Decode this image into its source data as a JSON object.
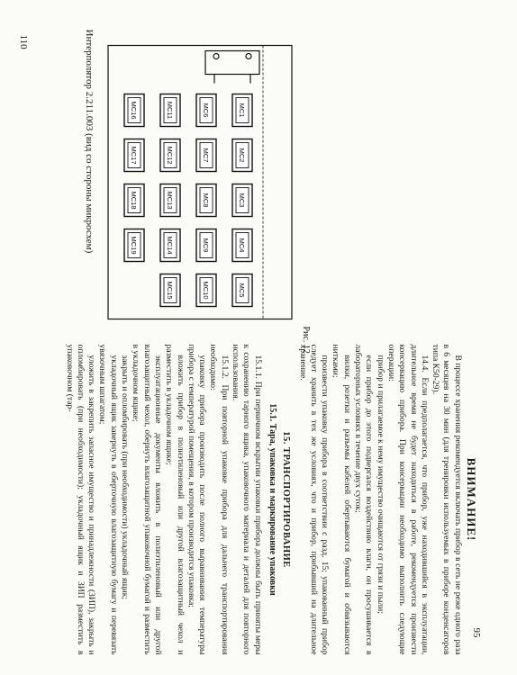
{
  "page": {
    "left_number": "110",
    "right_number": "95",
    "figure_title": "Интерполятор 2.211.003 (вид со стороны микросхем)",
    "figure_caption": "Рис. 12",
    "chips": [
      "МС1",
      "МС2",
      "МС3",
      "МС4",
      "МС5",
      "МС6",
      "МС7",
      "МС8",
      "МС9",
      "МС10",
      "МС11",
      "МС12",
      "МС13",
      "МС14",
      "МС15",
      "МС16",
      "МС17",
      "МС18",
      "МС19"
    ],
    "heading": "ВНИМАНИЕ!",
    "p1": "В процессе хранения рекомендуется включать прибор в сеть не реже одного раза в 6 месяцев на 30 мин (для тренировки используемых в приборе конденсаторов типа К50-29).",
    "p2": "14.4. Если предполагается, что прибор, уже находившийся в эксплуатации, длительное время не будет находиться в работе, рекомендуется произвести консервацию прибора. При консервации необходимо выполнить следующие операции:",
    "p3": "прибор и прилагаемое к нему имущество очищаются от грязи и пыли;",
    "p4": "если прибор до этого подвергался воздействию влаги, он просушивается в лабораторных условиях в течение двух суток;",
    "p5": "вилки, розетки и разъемы кабелей обертываются бумагой и обвязываются нитками;",
    "p6": "произвести упаковку прибора в соответствии с разд. 15; упакованный прибор следует хранить в тех же условиях, что и прибор, прибывший на длительное хранение.",
    "section": "15. ТРАНСПОРТИРОВАНИЕ",
    "subsection": "15.1. Тара, упаковка и маркирование упаковки",
    "p7": "15.1.1. При первичном вскрытии упаковки прибора должны быть приняты меры к сохранению тарного ящика, упаковочного материала и деталей для повторного использования.",
    "p8": "15.1.2. При повторной упаковке прибора для дальнего транспортирования необходимо:",
    "p9": "упаковку прибора производить после полного выравнивания температуры прибора с температурой помещения, в котором производится упаковка;",
    "p10": "вложить прибор в полиэтиленовый или другой влагозащитный чехол и разместить в укладочном ящике;",
    "p11": "эксплуатационные документы вложить в полиэтиленовый или другой влагозащитный чехол, обернуть влагозащитной упаковочной бумагой и разместить в укладочном ящике;",
    "p12": "закрыть и опломбировать (при необходимости) укладочный ящик;",
    "p13": "укладочный ящик завернуть в оберточную влагозащитную бумагу и перевязать увязочным шпагатом;",
    "p14": "уложить в закрепить запасное имущество и принадлежности (ЗИП), закрыть и опломбировать (при необходимости); укладочный ящик и ЗИП разместить в упаковочном (тар-"
  }
}
